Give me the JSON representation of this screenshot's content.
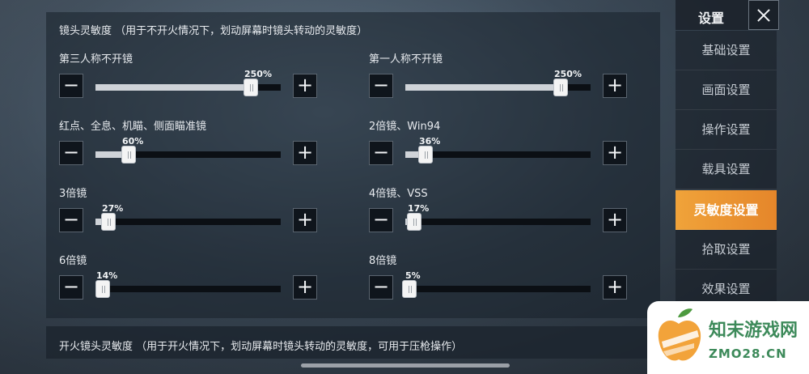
{
  "header": {
    "title": "设置"
  },
  "sidebar": {
    "items": [
      {
        "label": "基础设置",
        "active": false
      },
      {
        "label": "画面设置",
        "active": false
      },
      {
        "label": "操作设置",
        "active": false
      },
      {
        "label": "载具设置",
        "active": false
      },
      {
        "label": "灵敏度设置",
        "active": true
      },
      {
        "label": "拾取设置",
        "active": false
      },
      {
        "label": "效果设置",
        "active": false
      }
    ]
  },
  "section": {
    "title": "镜头灵敏度 （用于不开火情况下，划动屏幕时镜头转动的灵敏度）"
  },
  "sliders": [
    {
      "label": "第三人称不开镜",
      "value_label": "250%",
      "fraction": 0.84
    },
    {
      "label": "第一人称不开镜",
      "value_label": "250%",
      "fraction": 0.84
    },
    {
      "label": "红点、全息、机瞄、侧面瞄准镜",
      "value_label": "60%",
      "fraction": 0.18
    },
    {
      "label": "2倍镜、Win94",
      "value_label": "36%",
      "fraction": 0.11
    },
    {
      "label": "3倍镜",
      "value_label": "27%",
      "fraction": 0.07
    },
    {
      "label": "4倍镜、VSS",
      "value_label": "17%",
      "fraction": 0.05
    },
    {
      "label": "6倍镜",
      "value_label": "14%",
      "fraction": 0.04
    },
    {
      "label": "8倍镜",
      "value_label": "5%",
      "fraction": 0.02
    }
  ],
  "controls": {
    "minus": "−",
    "plus": "+"
  },
  "bottom": {
    "text": "开火镜头灵敏度 （用于开火情况下，划动屏幕时镜头转动的灵敏度，可用于压枪操作）"
  },
  "watermark": {
    "name": "知末游戏网",
    "url": "ZMO28.CN"
  },
  "colors": {
    "accent": "#e8922f",
    "watermark": "#3d8a5a"
  }
}
